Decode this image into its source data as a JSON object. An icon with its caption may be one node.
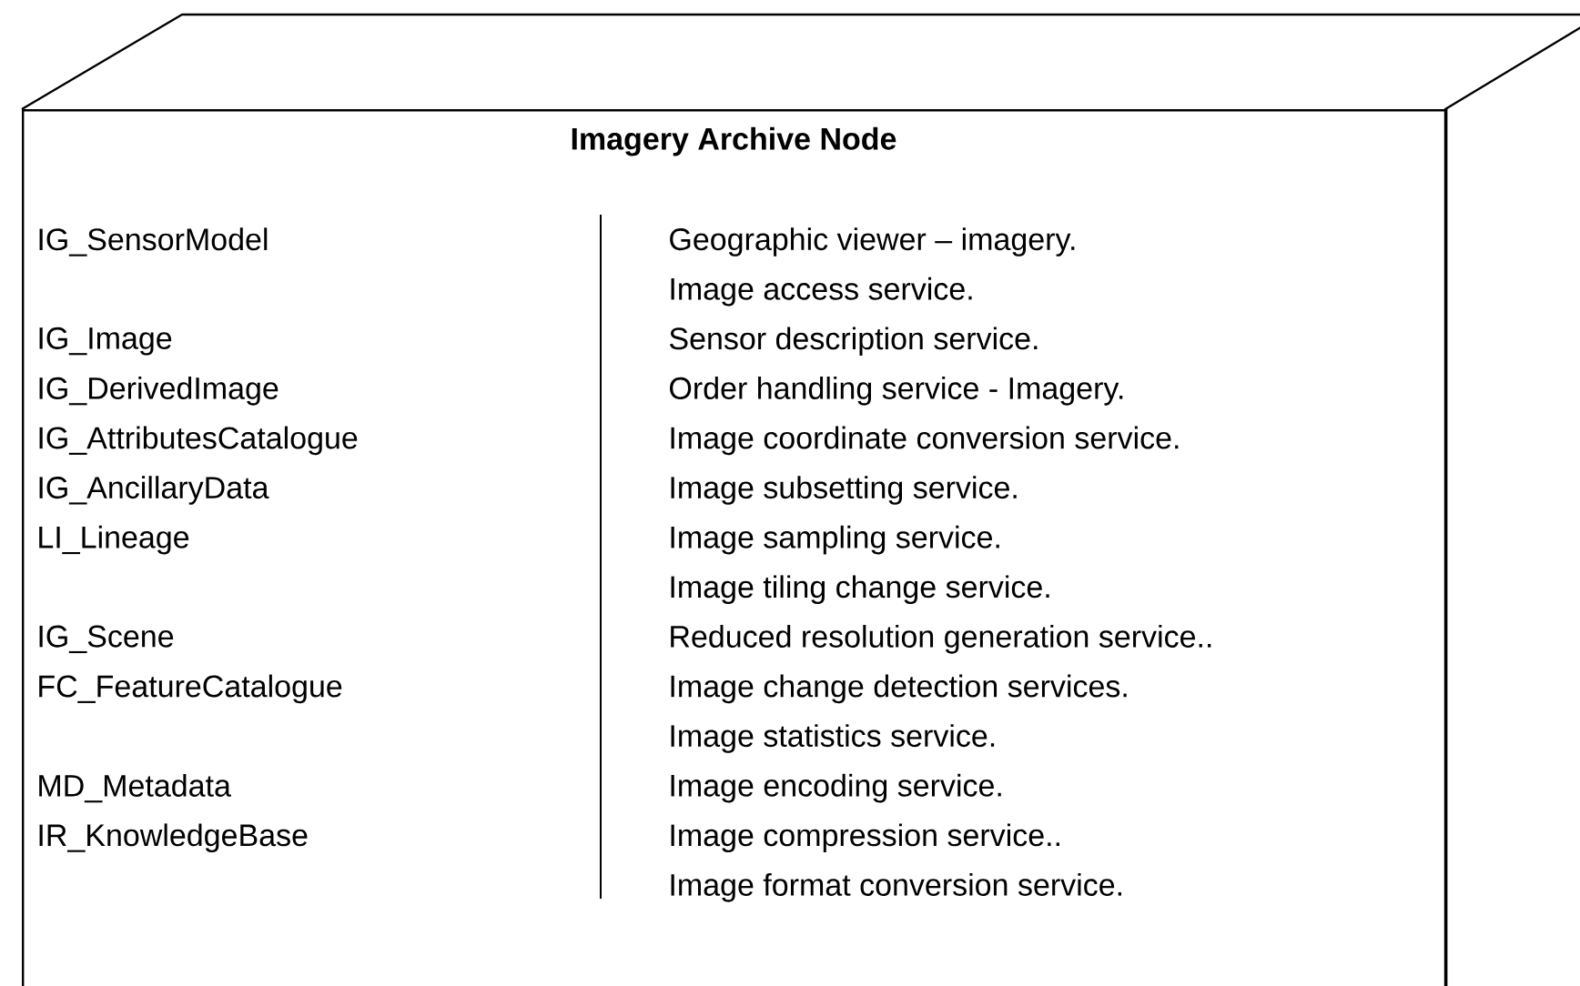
{
  "diagram": {
    "nodes": [
      {
        "text": [
          "Imagery Archive Node"
        ]
      }
    ],
    "labels": [
      "IG_SensorModel",
      "IG_Image",
      "IG_DerivedImage",
      "IG_AttributesCatalogue",
      "IG_AncillaryData",
      "LI_Lineage",
      "IG_Scene",
      "FC_FeatureCatalogue",
      "MD_Metadata",
      "IR_KnowledgeBase",
      "Geographic viewer – imagery.",
      "Image access service.",
      "Sensor description service.",
      "Order handling service - Imagery.",
      "Image coordinate conversion service.",
      "Image subsetting service.",
      "Image sampling service.",
      "Image tiling change service.",
      "Reduced resolution generation service..",
      "Image change detection services.",
      "Image statistics service.",
      "Image encoding service.",
      "Image compression service..",
      "Image format conversion service."
    ]
  }
}
